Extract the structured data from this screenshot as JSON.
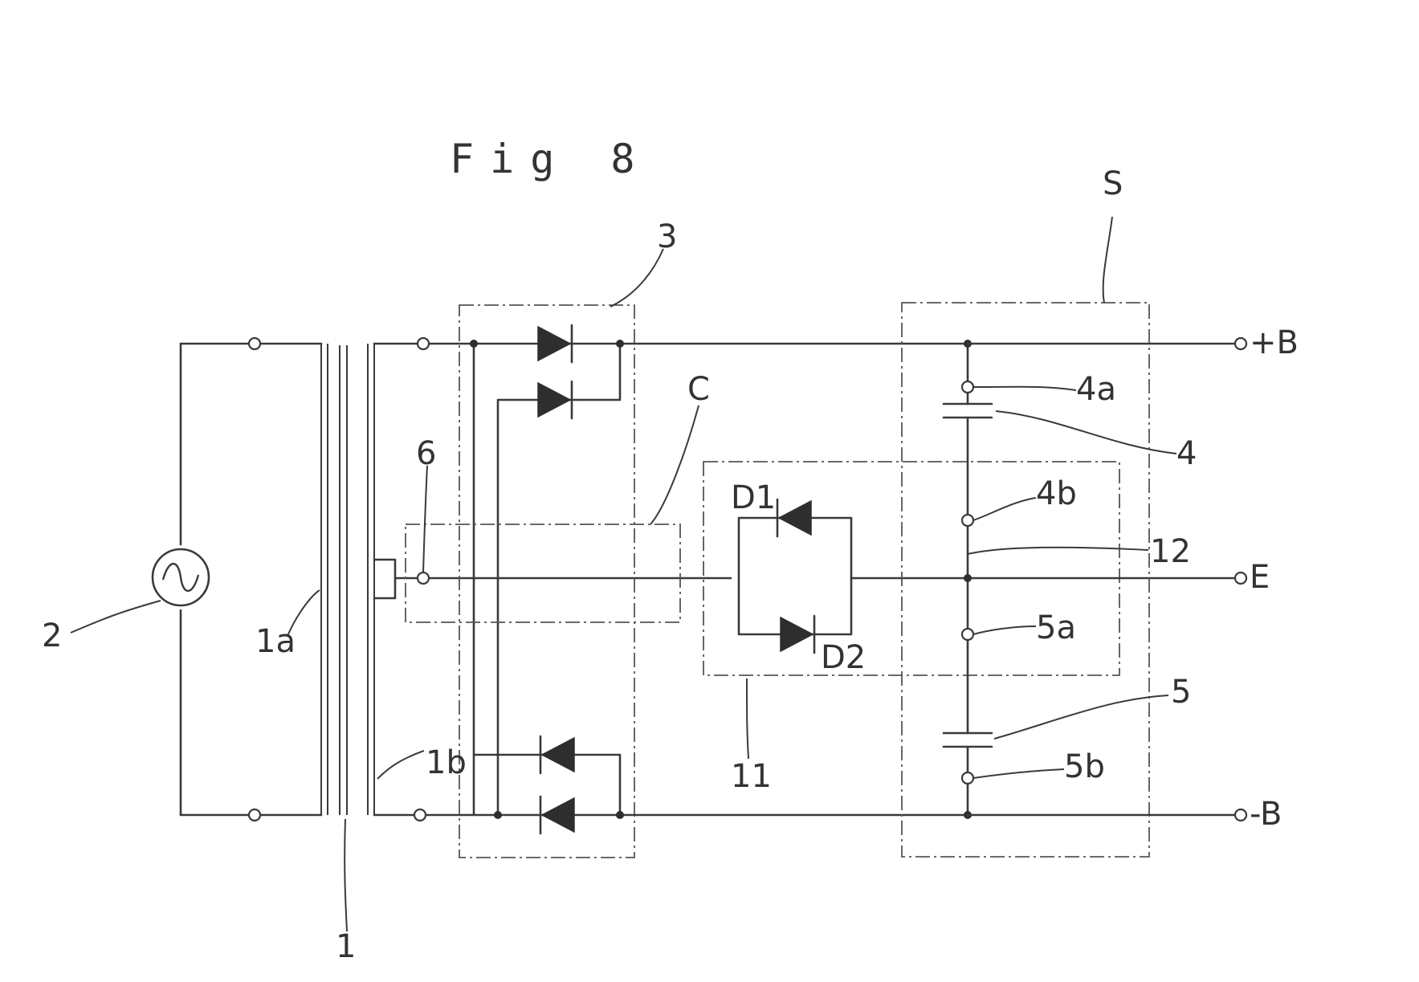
{
  "figure": {
    "title": "Fig 8"
  },
  "labels": {
    "source": "2",
    "transformer": "1",
    "primary_winding": "1a",
    "secondary_winding": "1b",
    "rectifier": "3",
    "center_tap": "6",
    "region_c": "C",
    "diode_block": "11",
    "diode_1": "D1",
    "diode_2": "D2",
    "junction_12": "12",
    "region_s": "S",
    "capacitor_4": "4",
    "capacitor_4a": "4a",
    "capacitor_4b": "4b",
    "capacitor_5": "5",
    "capacitor_5a": "5a",
    "capacitor_5b": "5b"
  },
  "terminals": {
    "positive": "+B",
    "earth": "E",
    "negative": "-B"
  },
  "colors": {
    "ink": "#3a3a3a",
    "paper": "#ffffff"
  },
  "icons": {
    "source_symbol": "ac-source-icon",
    "diode_symbol": "diode-icon"
  }
}
